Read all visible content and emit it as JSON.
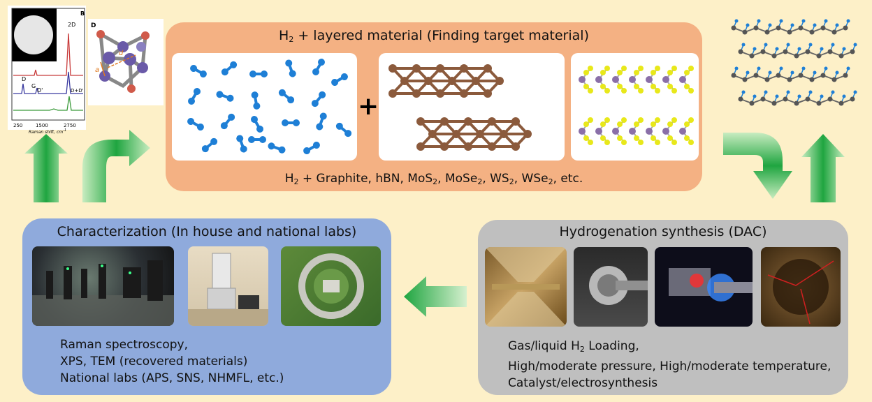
{
  "top_panel": {
    "title_prefix": "H",
    "title_sub": "2",
    "title_rest": " + layered material (Finding target material)",
    "plus": "+",
    "caption": [
      {
        "t": "H"
      },
      {
        "s": "2"
      },
      {
        "t": " + Graphite, hBN, MoS"
      },
      {
        "s": "2"
      },
      {
        "t": ", MoSe"
      },
      {
        "s": "2"
      },
      {
        "t": ", WS"
      },
      {
        "s": "2"
      },
      {
        "t": ", WSe"
      },
      {
        "s": "2"
      },
      {
        "t": ", etc."
      }
    ]
  },
  "raman_inset": {
    "panel_letter": "B",
    "peak_2d": "2D",
    "peak_d": "D",
    "peak_g": "G",
    "peak_dprime": "D'",
    "peak_dd": "D+D'",
    "ticks": [
      "250",
      "1500",
      "2750"
    ],
    "xlabel": "Raman shift, cm",
    "xlabel_sup": "-1"
  },
  "structure_inset": {
    "panel_letter": "D",
    "label_d": "d",
    "label_a": "a"
  },
  "characterization": {
    "title": "Characterization (In house and national labs)",
    "lines": [
      "Raman spectroscopy,",
      "XPS, TEM (recovered materials)",
      "National labs (APS, SNS, NHMFL, etc.)"
    ]
  },
  "hydrogenation": {
    "title": "Hydrogenation synthesis (DAC)",
    "line1_prefix": "Gas/liquid H",
    "line1_sub": "2",
    "line1_rest": " Loading,",
    "line2": "High/moderate pressure, High/moderate temperature,",
    "line3": "Catalyst/electrosynthesis"
  },
  "colors": {
    "background": "#fdf0c8",
    "top_panel": "#f4b183",
    "characterization_panel": "#8faadc",
    "hydrogenation_panel": "#bfbfbf",
    "arrow": "#1fa540",
    "h2_molecule": "#1e7fd6",
    "carbon": "#8b5a3c",
    "mo": "#8a6fa8",
    "se": "#e8e81a"
  }
}
